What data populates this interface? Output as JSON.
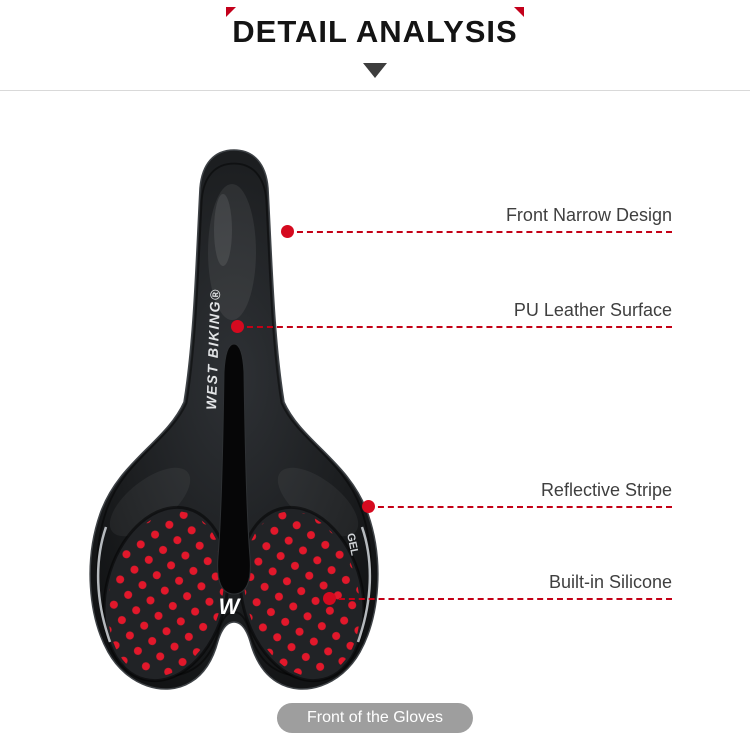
{
  "header": {
    "title": "DETAIL ANALYSIS"
  },
  "callouts": [
    {
      "label": "Front Narrow Design"
    },
    {
      "label": "PU Leather Surface"
    },
    {
      "label": "Reflective Stripe"
    },
    {
      "label": "Built-in Silicone"
    }
  ],
  "saddle": {
    "brand": "WEST BIKING®",
    "logo": "W",
    "side_text": "GEL"
  },
  "footer": {
    "caption": "Front of the Gloves"
  },
  "colors": {
    "accent_red": "#c40016",
    "dot_red": "#d50a1f",
    "silicone_dot_red": "#e2182b",
    "label_gray": "#3f3f3f",
    "pill_gray": "#9e9e9e",
    "title_black": "#141414"
  }
}
